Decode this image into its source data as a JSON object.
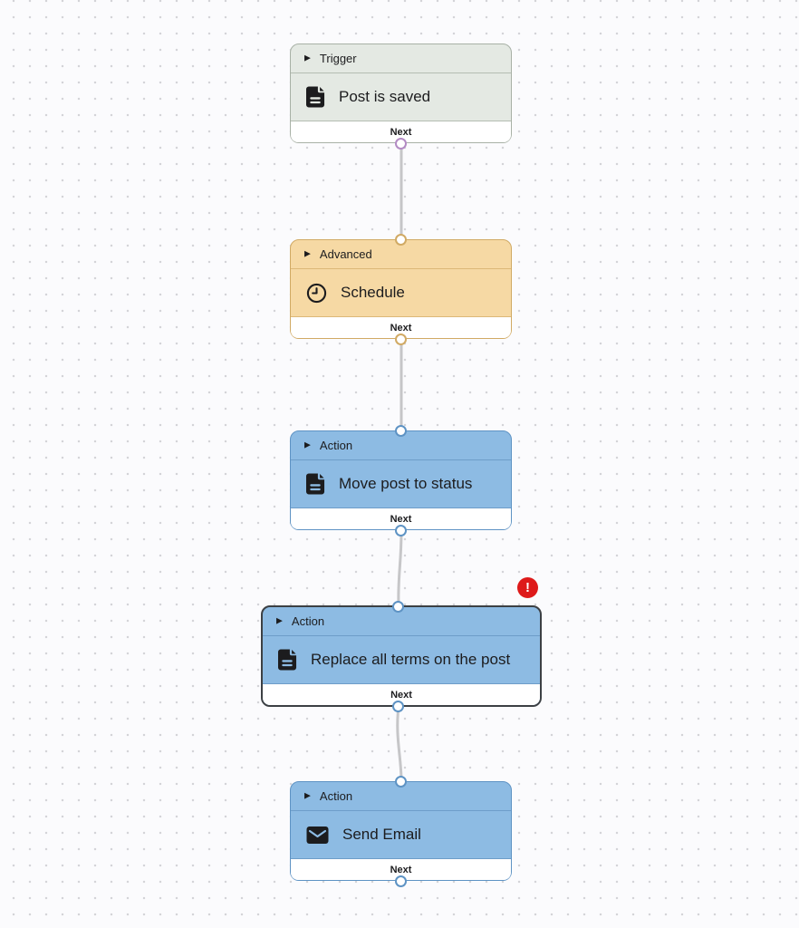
{
  "canvas": {
    "background_color": "#fbfbfd",
    "dot_color": "#d4d4d8",
    "connection_color": "#c6c6c8"
  },
  "nodes": [
    {
      "category": "Trigger",
      "title": "Post is saved",
      "icon": "document-icon",
      "port_label": "Next",
      "selected": false,
      "has_error": false,
      "colors": {
        "background": "#e4e9e3",
        "border": "#a8b1a6",
        "output_handle": "#b38bc4"
      }
    },
    {
      "category": "Advanced",
      "title": "Schedule",
      "icon": "clock-icon",
      "port_label": "Next",
      "selected": false,
      "has_error": false,
      "colors": {
        "background": "#f6d9a4",
        "border": "#d1aa64",
        "output_handle": "#d1aa64"
      }
    },
    {
      "category": "Action",
      "title": "Move post to status",
      "icon": "document-icon",
      "port_label": "Next",
      "selected": false,
      "has_error": false,
      "colors": {
        "background": "#8dbbe3",
        "border": "#5e93c4",
        "output_handle": "#5e93c4"
      }
    },
    {
      "category": "Action",
      "title": "Replace all terms on the post",
      "icon": "document-icon",
      "port_label": "Next",
      "selected": true,
      "has_error": true,
      "colors": {
        "background": "#8dbbe3",
        "border": "#3c4044",
        "output_handle": "#5e93c4"
      }
    },
    {
      "category": "Action",
      "title": "Send Email",
      "icon": "envelope-icon",
      "port_label": "Next",
      "selected": false,
      "has_error": false,
      "colors": {
        "background": "#8dbbe3",
        "border": "#5e93c4",
        "output_handle": "#5e93c4"
      }
    }
  ],
  "error_badge": {
    "symbol": "!",
    "color": "#de1a1a"
  }
}
